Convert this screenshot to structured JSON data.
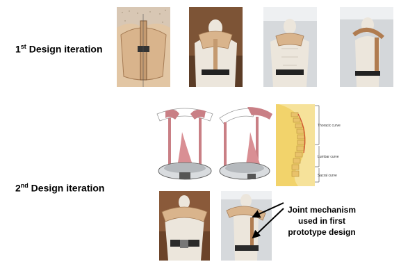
{
  "iteration1": {
    "label_num": "1",
    "label_sup": "st",
    "label_rest": " Design iteration"
  },
  "iteration2": {
    "label_num": "2",
    "label_sup": "nd",
    "label_rest": " Design iteration"
  },
  "spine": {
    "thoracic": "Thoracic curve",
    "lumbar": "Lumbar curve",
    "sacral": "Sacral curve"
  },
  "annotation": {
    "line1": "Joint mechanism",
    "line2": "used in first",
    "line3": "prototype design"
  },
  "colors": {
    "leather": "#d9b48c",
    "mannequin": "#ece6dc",
    "strap": "#c97f85",
    "spine_yellow": "#f2d36b",
    "cabinet": "#8a5a3a"
  }
}
